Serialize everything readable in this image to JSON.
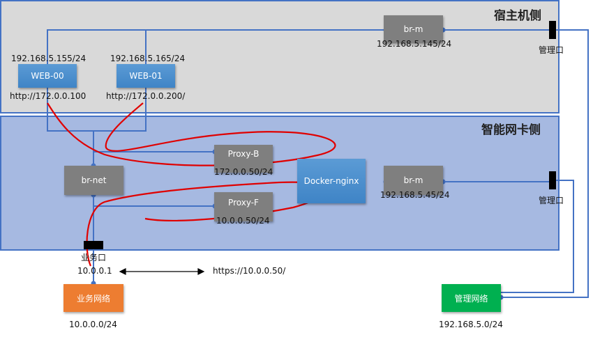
{
  "panels": {
    "host_title": "宿主机侧",
    "nic_title": "智能网卡侧"
  },
  "nodes": {
    "web00": {
      "label": "WEB-00",
      "ip": "192.168.5.155/24",
      "url": "http://172.0.0.100"
    },
    "web01": {
      "label": "WEB-01",
      "ip": "192.168.5.165/24",
      "url": "http://172.0.0.200/"
    },
    "br_m_host": {
      "label": "br-m",
      "ip": "192.168.5.145/24"
    },
    "br_net": {
      "label": "br-net"
    },
    "proxy_b": {
      "label": "Proxy-B",
      "ip": "172.0.0.50/24"
    },
    "proxy_f": {
      "label": "Proxy-F",
      "ip": "10.0.0.50/24"
    },
    "docker_nginx": {
      "label": "Docker-nginx"
    },
    "br_m_nic": {
      "label": "br-m",
      "ip": "192.168.5.45/24"
    },
    "biz_net": {
      "label": "业务网络",
      "subnet": "10.0.0.0/24"
    },
    "mgmt_net": {
      "label": "管理网络",
      "subnet": "192.168.5.0/24"
    }
  },
  "ports": {
    "mgmt_host": "管理口",
    "mgmt_nic": "管理口",
    "biz_port": "业务口",
    "biz_ip": "10.0.0.1"
  },
  "flow": {
    "label": "https://10.0.0.50/"
  },
  "colors": {
    "link": "#4472c4",
    "traffic": "#e00000",
    "panel_border": "#4472c4"
  }
}
